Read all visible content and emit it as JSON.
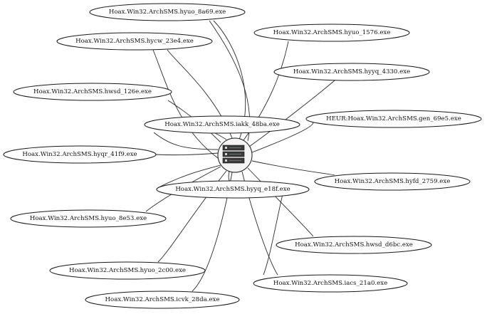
{
  "graph": {
    "hub": {
      "icon": "server-stack-icon"
    },
    "nodes": [
      {
        "id": "n1",
        "label": "Hoax.Win32.ArchSMS.hyuo_8a69.exe"
      },
      {
        "id": "n2",
        "label": "Hoax.Win32.ArchSMS.hycw_23e4.exe"
      },
      {
        "id": "n3",
        "label": "Hoax.Win32.ArchSMS.hyuo_1576.exe"
      },
      {
        "id": "n4",
        "label": "Hoax.Win32.ArchSMS.hyyq_4330.exe"
      },
      {
        "id": "n5",
        "label": "Hoax.Win32.ArchSMS.hwsd_126e.exe"
      },
      {
        "id": "n6",
        "label": "HEUR:Hoax.Win32.ArchSMS.gen_69e5.exe"
      },
      {
        "id": "n7",
        "label": "Hoax.Win32.ArchSMS.iakk_48ba.exe"
      },
      {
        "id": "n8",
        "label": "Hoax.Win32.ArchSMS.hyqr_41f9.exe"
      },
      {
        "id": "n9",
        "label": "Hoax.Win32.ArchSMS.hyfd_2759.exe"
      },
      {
        "id": "n10",
        "label": "Hoax.Win32.ArchSMS.hyyq_e18f.exe"
      },
      {
        "id": "n11",
        "label": "Hoax.Win32.ArchSMS.hyuo_8e53.exe"
      },
      {
        "id": "n12",
        "label": "Hoax.Win32.ArchSMS.hwsd_d6bc.exe"
      },
      {
        "id": "n13",
        "label": "Hoax.Win32.ArchSMS.hyuo_2c00.exe"
      },
      {
        "id": "n14",
        "label": "Hoax.Win32.ArchSMS.iacs_21a0.exe"
      },
      {
        "id": "n15",
        "label": "Hoax.Win32.ArchSMS.icvk_28da.exe"
      }
    ]
  }
}
